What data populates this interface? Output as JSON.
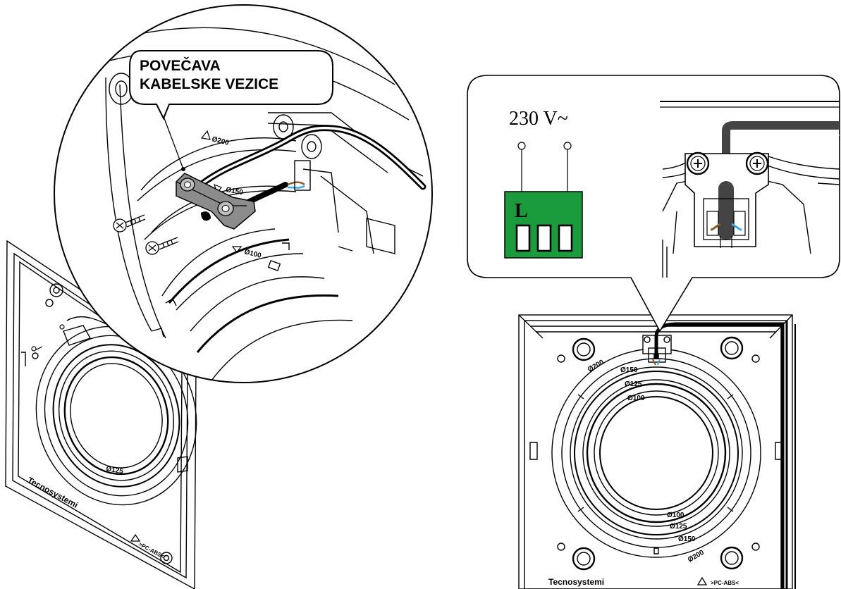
{
  "zoom_callout": {
    "line1": "POVEČAVA",
    "line2": "KABELSKE VEZICE"
  },
  "wiring": {
    "voltage": "230 V~",
    "terminal_label": "L",
    "terminal_color": "#1a9b3c",
    "blue_wire_color": "#3aa7e6",
    "brown_wire_color": "#8a5a2b"
  },
  "markings": {
    "brand": "Tecnosystemi",
    "size_200": "Ø200",
    "size_150": "Ø150",
    "size_100": "Ø100",
    "size_125": "Ø125",
    "code": ">PC-ABS<"
  }
}
